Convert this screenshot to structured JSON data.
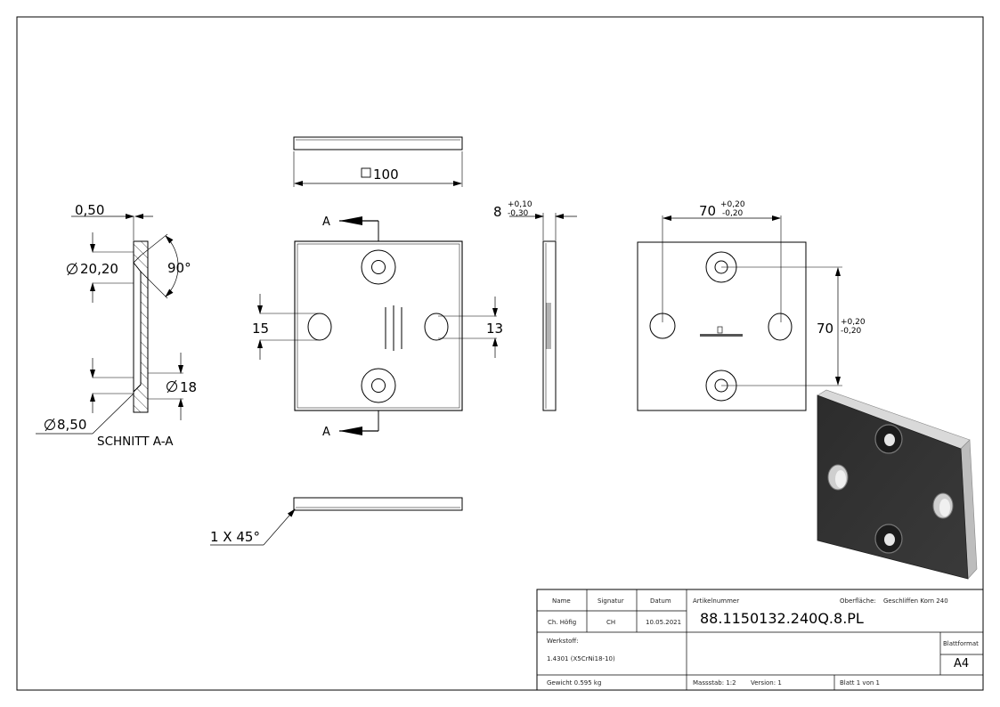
{
  "views": {
    "section_label": "SCHNITT A-A",
    "section_marker": "A"
  },
  "dimensions": {
    "plate_size": "100",
    "thickness": "8",
    "thickness_tol_upper": "+0,10",
    "thickness_tol_lower": "-0,30",
    "hole_spacing_h": "70",
    "hole_spacing_h_tol_upper": "+0,20",
    "hole_spacing_h_tol_lower": "-0,20",
    "hole_spacing_v": "70",
    "hole_spacing_v_tol_upper": "+0,20",
    "hole_spacing_v_tol_lower": "-0,20",
    "slot_left": "15",
    "slot_right": "13",
    "countersink_offset": "0,50",
    "countersink_diameter": "20,20",
    "countersink_angle": "90°",
    "bore_diameter": "8,50",
    "counterbore_diameter": "18",
    "chamfer": "1 X 45°"
  },
  "title_block": {
    "name_header": "Name",
    "signature_header": "Signatur",
    "date_header": "Datum",
    "article_label": "Artikelnummer",
    "surface_label": "Oberfläche:",
    "surface_value": "Geschliffen Korn 240",
    "name_value": "Ch. Höfig",
    "signature_value": "CH",
    "date_value": "10.05.2021",
    "article_number": "88.1150132.240Q.8.PL",
    "material_label": "Werkstoff:",
    "material_value": "1.4301 (X5CrNi18-10)",
    "sheet_format_label": "Blattformat",
    "sheet_format_value": "A4",
    "weight": "Gewicht 0.595 kg",
    "scale": "Massstab: 1:2",
    "version": "Version: 1",
    "sheet": "Blatt 1 von 1"
  }
}
